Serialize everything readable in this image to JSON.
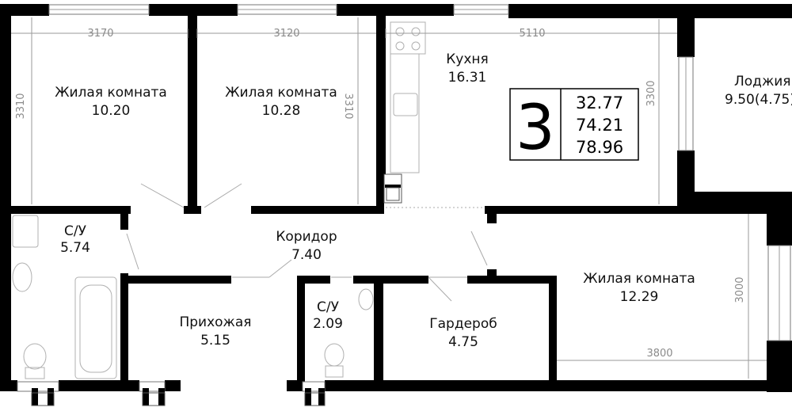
{
  "apartment": {
    "rooms_count": "3",
    "living_area": "32.77",
    "total_area": "74.21",
    "total_area_with_loggia": "78.96"
  },
  "rooms": [
    {
      "id": "living-1",
      "name": "Жилая комната",
      "area": "10.20"
    },
    {
      "id": "living-2",
      "name": "Жилая комната",
      "area": "10.28"
    },
    {
      "id": "kitchen",
      "name": "Кухня",
      "area": "16.31"
    },
    {
      "id": "loggia",
      "name": "Лоджия",
      "area": "9.50(4.75)"
    },
    {
      "id": "bath-1",
      "name": "С/У",
      "area": "5.74"
    },
    {
      "id": "corridor",
      "name": "Коридор",
      "area": "7.40"
    },
    {
      "id": "living-3",
      "name": "Жилая комната",
      "area": "12.29"
    },
    {
      "id": "hall",
      "name": "Прихожая",
      "area": "5.15"
    },
    {
      "id": "bath-2",
      "name": "С/У",
      "area": "2.09"
    },
    {
      "id": "wardrobe",
      "name": "Гардероб",
      "area": "4.75"
    }
  ],
  "dimensions": {
    "living1_width": "3170",
    "living1_depth": "3310",
    "living2_width": "3120",
    "living2_depth": "3310",
    "kitchen_width": "5110",
    "kitchen_depth": "3300",
    "living3_width": "3800",
    "living3_depth": "3000"
  },
  "colors": {
    "wall": "#000000",
    "dimension": "#9a9a9a",
    "text": "#111111"
  }
}
